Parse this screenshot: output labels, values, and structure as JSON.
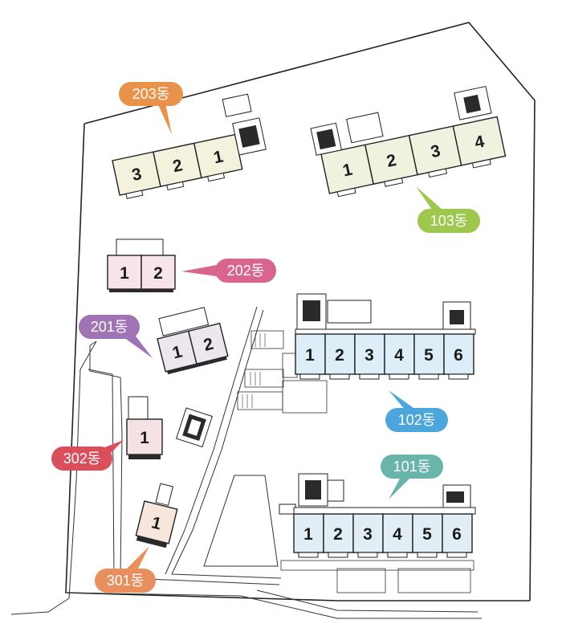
{
  "colors": {
    "b203": "#e8924a",
    "b103": "#9ec84d",
    "b202": "#d9658f",
    "b201": "#a073b4",
    "b102": "#4ba6dc",
    "b101": "#69b5ab",
    "b302": "#d9505c",
    "b301": "#e88f5d",
    "fill203": "#f4f1dd",
    "fill103": "#eef3df",
    "fill202": "#f6e4ea",
    "fill201": "#ece6ee",
    "fill102": "#ddeef8",
    "fill101": "#e2eef5",
    "fill302": "#f4e2e5",
    "fill301": "#f6e6db"
  },
  "buildings": {
    "b203": {
      "label": "203동",
      "units": [
        "3",
        "2",
        "1"
      ]
    },
    "b103": {
      "label": "103동",
      "units": [
        "1",
        "2",
        "3",
        "4"
      ]
    },
    "b202": {
      "label": "202동",
      "units": [
        "1",
        "2"
      ]
    },
    "b201": {
      "label": "201동",
      "units": [
        "1",
        "2"
      ]
    },
    "b102": {
      "label": "102동",
      "units": [
        "1",
        "2",
        "3",
        "4",
        "5",
        "6"
      ]
    },
    "b101": {
      "label": "101동",
      "units": [
        "1",
        "2",
        "3",
        "4",
        "5",
        "6"
      ]
    },
    "b302": {
      "label": "302동",
      "units": [
        "1"
      ]
    },
    "b301": {
      "label": "301동",
      "units": [
        "1"
      ]
    }
  }
}
